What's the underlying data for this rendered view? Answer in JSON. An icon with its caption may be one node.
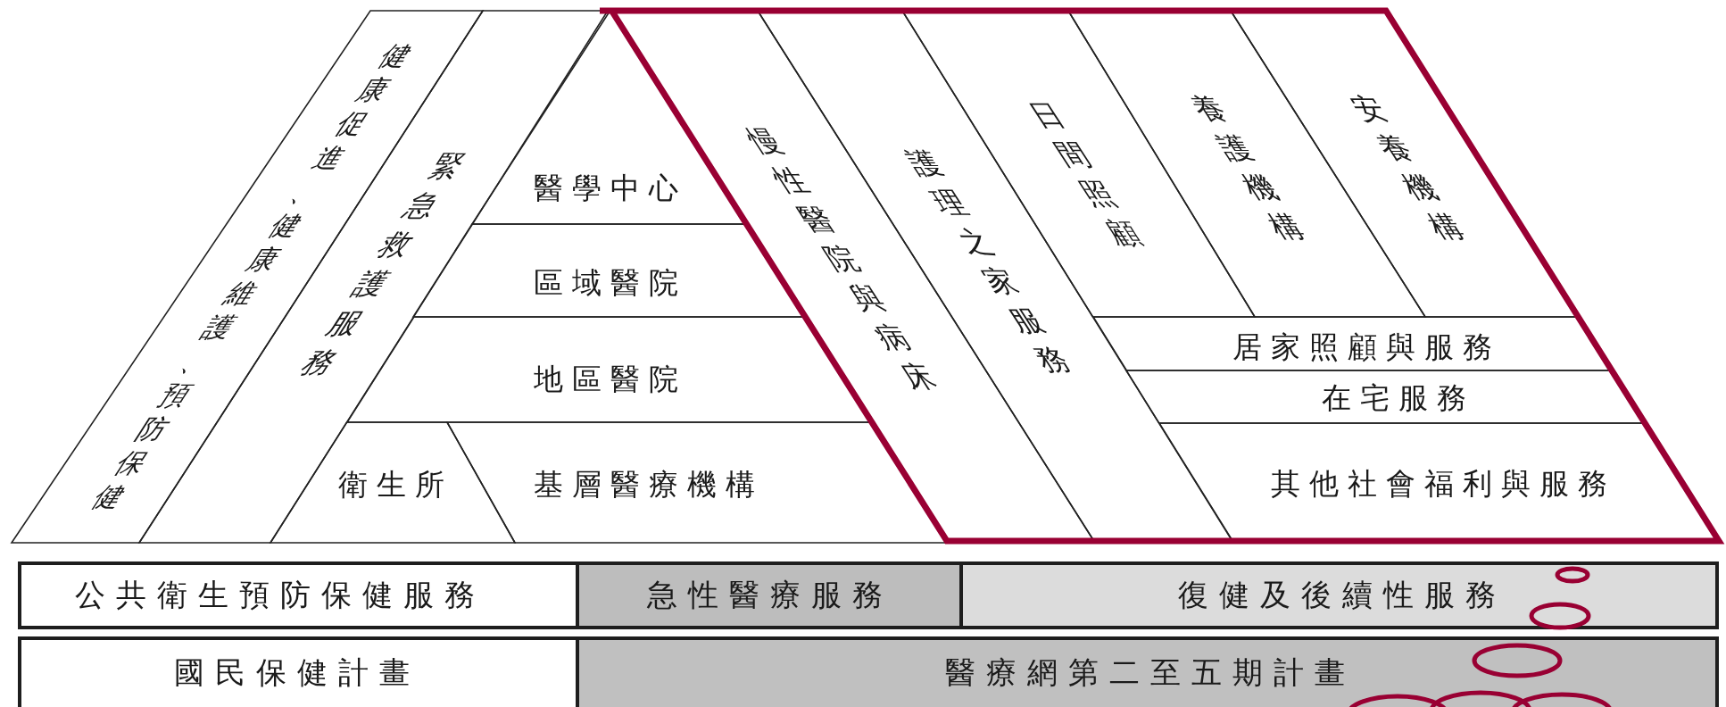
{
  "diagram": {
    "nodes": [
      {
        "text": [
          "健康促進、健康維護、預防保健"
        ]
      },
      {
        "text": [
          "緊急救護服務"
        ]
      },
      {
        "text": [
          "醫學中心"
        ]
      },
      {
        "text": [
          "區域醫院"
        ]
      },
      {
        "text": [
          "地區醫院"
        ]
      },
      {
        "text": [
          "衛生所"
        ]
      },
      {
        "text": [
          "基層醫療機構"
        ]
      },
      {
        "text": [
          "慢性醫院與病床"
        ]
      },
      {
        "text": [
          "護理之家服務"
        ]
      },
      {
        "text": [
          "日間照顧"
        ]
      },
      {
        "text": [
          "養護機構"
        ]
      },
      {
        "text": [
          "安養機構"
        ]
      },
      {
        "text": [
          "居家照顧與服務"
        ]
      },
      {
        "text": [
          "在宅服務"
        ]
      },
      {
        "text": [
          "其他社會福利與服務"
        ]
      },
      {
        "text": [
          "公共衛生預防保健服務"
        ]
      },
      {
        "text": [
          "急性醫療服務"
        ]
      },
      {
        "text": [
          "復健及後續性服務"
        ]
      },
      {
        "text": [
          "國民保健計畫"
        ]
      },
      {
        "text": [
          "醫療網第二至五期計畫"
        ]
      }
    ]
  }
}
